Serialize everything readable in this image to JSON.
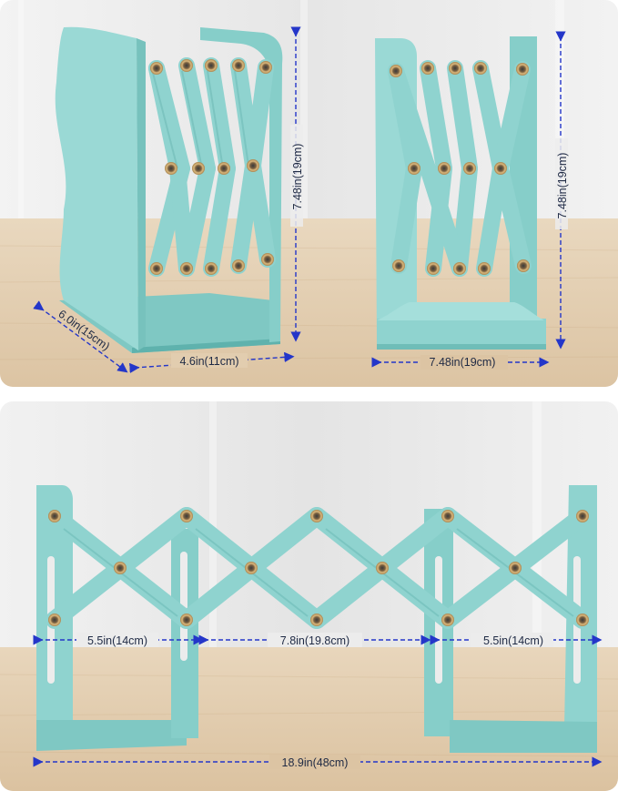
{
  "colors": {
    "teal": "#8fd3cf",
    "teal_shadow": "#6fbdb8",
    "teal_light": "#a9e2de",
    "grommet": "#c8a46a",
    "dimension_line": "#2436c9",
    "wall": "#ececec",
    "wood": "#e6d2b6"
  },
  "top_panel": {
    "left_view": {
      "height_label": "7.48in(19cm)",
      "depth_label": "6.0in(15cm)",
      "width_label": "4.6in(11cm)"
    },
    "right_view": {
      "height_label": "7.48in(19cm)",
      "width_label": "7.48in(19cm)"
    }
  },
  "bottom_panel": {
    "left_span_label": "5.5in(14cm)",
    "middle_span_label": "7.8in(19.8cm)",
    "right_span_label": "5.5in(14cm)",
    "total_label": "18.9in(48cm)"
  }
}
